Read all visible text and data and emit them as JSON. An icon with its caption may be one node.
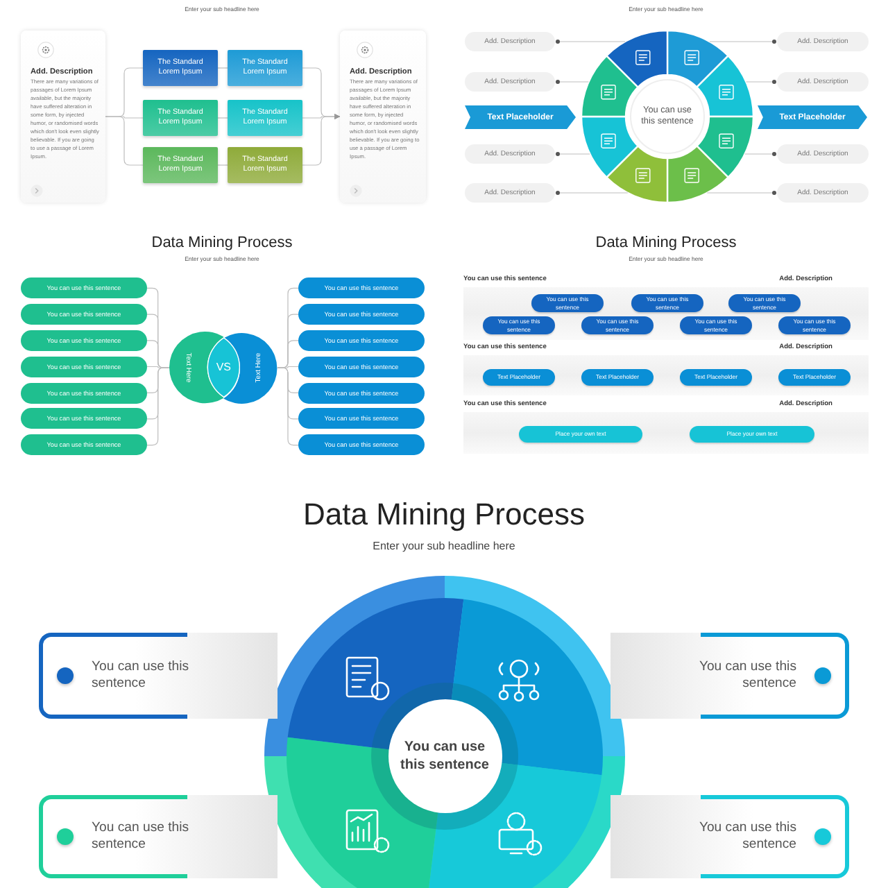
{
  "diagram": {
    "nodes": [
      {
        "text": [
          "Add. Description",
          "There are many variations of passages of Lorem Ipsum available, but the majority have suffered alteration in some form, by injected humor, or randomised words which don't look even slightly believable. If you are going to use a passage of Lorem Ipsum."
        ]
      },
      {
        "text": [
          "The Standard Lorem Ipsum"
        ]
      },
      {
        "text": [
          "The Standard Lorem Ipsum"
        ]
      },
      {
        "text": [
          "The Standard Lorem Ipsum"
        ]
      },
      {
        "text": [
          "The Standard Lorem Ipsum"
        ]
      },
      {
        "text": [
          "The Standard Lorem Ipsum"
        ]
      },
      {
        "text": [
          "The Standard Lorem Ipsum"
        ]
      },
      {
        "text": [
          "Add. Description",
          "There are many variations of passages of Lorem Ipsum available, but the majority have suffered alteration in some form, by injected humor, or randomised words which don't look even slightly believable. If you are going to use a passage of Lorem Ipsum."
        ]
      },
      {
        "text": [
          "Add. Description"
        ]
      },
      {
        "text": [
          "Add. Description"
        ]
      },
      {
        "text": [
          "Add. Description"
        ]
      },
      {
        "text": [
          "Add. Description"
        ]
      },
      {
        "text": [
          "Text Placeholder"
        ]
      },
      {
        "text": [
          "You can use this sentence"
        ]
      },
      {
        "text": [
          "Text Placeholder"
        ]
      },
      {
        "text": [
          "Add. Description"
        ]
      },
      {
        "text": [
          "Add. Description"
        ]
      },
      {
        "text": [
          "Add. Description"
        ]
      },
      {
        "text": [
          "Add. Description"
        ]
      },
      {
        "text": [
          "You can use this sentence"
        ]
      },
      {
        "text": [
          "You can use this sentence"
        ]
      },
      {
        "text": [
          "You can use this sentence"
        ]
      },
      {
        "text": [
          "You can use this sentence"
        ]
      },
      {
        "text": [
          "You can use this sentence"
        ]
      },
      {
        "text": [
          "You can use this sentence"
        ]
      },
      {
        "text": [
          "You can use this sentence"
        ]
      },
      {
        "text": [
          "Text Here"
        ]
      },
      {
        "text": [
          "VS"
        ]
      },
      {
        "text": [
          "Text Here"
        ]
      },
      {
        "text": [
          "You can use this sentence"
        ]
      },
      {
        "text": [
          "You can use this sentence"
        ]
      },
      {
        "text": [
          "You can use this sentence"
        ]
      },
      {
        "text": [
          "You can use this sentence"
        ]
      },
      {
        "text": [
          "You can use this sentence"
        ]
      },
      {
        "text": [
          "You can use this sentence"
        ]
      },
      {
        "text": [
          "You can use this sentence"
        ]
      },
      {
        "text": [
          "You can use this sentence",
          "Add. Description"
        ]
      },
      {
        "text": [
          "You can use this sentence"
        ],
        "in": 36
      },
      {
        "text": [
          "You can use this sentence"
        ],
        "in": 36
      },
      {
        "text": [
          "You can use this sentence"
        ],
        "in": 36
      },
      {
        "text": [
          "You can use this sentence"
        ],
        "in": 36
      },
      {
        "text": [
          "You can use this sentence"
        ],
        "in": 36
      },
      {
        "text": [
          "You can use this sentence"
        ],
        "in": 36
      },
      {
        "text": [
          "You can use this sentence"
        ],
        "in": 36
      },
      {
        "text": [
          "You can use this sentence",
          "Add. Description"
        ]
      },
      {
        "text": [
          "Text Placeholder"
        ],
        "in": 44
      },
      {
        "text": [
          "Text Placeholder"
        ],
        "in": 44
      },
      {
        "text": [
          "Text Placeholder"
        ],
        "in": 44
      },
      {
        "text": [
          "Text Placeholder"
        ],
        "in": 44
      },
      {
        "text": [
          "You can use this sentence",
          "Add. Description"
        ]
      },
      {
        "text": [
          "Place your own text"
        ],
        "in": 49
      },
      {
        "text": [
          "Place your own text"
        ],
        "in": 49
      },
      {
        "text": [
          "You can use this sentence"
        ]
      },
      {
        "text": [
          "You can use this sentence"
        ]
      },
      {
        "text": [
          "You can use this sentence"
        ]
      },
      {
        "text": [
          "You can use this sentence"
        ]
      },
      {
        "text": [
          "You can use this sentence"
        ]
      }
    ],
    "edges": [
      {
        "from": 0,
        "to": 1,
        "arrow": "none"
      },
      {
        "from": 0,
        "to": 3,
        "arrow": "none"
      },
      {
        "from": 0,
        "to": 5,
        "arrow": "none"
      },
      {
        "from": 1,
        "to": 2,
        "arrow": "none"
      },
      {
        "from": 3,
        "to": 4,
        "arrow": "none"
      },
      {
        "from": 5,
        "to": 6,
        "arrow": "none"
      },
      {
        "from": 2,
        "to": 7,
        "arrow": "to"
      },
      {
        "from": 4,
        "to": 7,
        "arrow": "to"
      },
      {
        "from": 6,
        "to": 7,
        "arrow": "to"
      },
      {
        "from": 8,
        "to": null,
        "arrow": "other"
      },
      {
        "from": 9,
        "to": null,
        "arrow": "other"
      },
      {
        "from": 10,
        "to": null,
        "arrow": "other"
      },
      {
        "from": 11,
        "to": null,
        "arrow": "other"
      },
      {
        "from": 15,
        "to": null,
        "arrow": "other"
      },
      {
        "from": 16,
        "to": null,
        "arrow": "other"
      },
      {
        "from": 17,
        "to": null,
        "arrow": "other"
      },
      {
        "from": 18,
        "to": null,
        "arrow": "other"
      },
      {
        "from": 19,
        "to": 26,
        "arrow": "none"
      },
      {
        "from": 20,
        "to": 26,
        "arrow": "none"
      },
      {
        "from": 21,
        "to": 26,
        "arrow": "none"
      },
      {
        "from": 22,
        "to": 26,
        "arrow": "none"
      },
      {
        "from": 23,
        "to": 26,
        "arrow": "none"
      },
      {
        "from": 24,
        "to": 26,
        "arrow": "none"
      },
      {
        "from": 25,
        "to": 26,
        "arrow": "none"
      },
      {
        "from": 29,
        "to": 28,
        "arrow": "none"
      },
      {
        "from": 30,
        "to": 28,
        "arrow": "none"
      },
      {
        "from": 31,
        "to": 28,
        "arrow": "none"
      },
      {
        "from": 32,
        "to": 28,
        "arrow": "none"
      },
      {
        "from": 33,
        "to": 28,
        "arrow": "none"
      },
      {
        "from": 34,
        "to": 28,
        "arrow": "none"
      },
      {
        "from": 35,
        "to": 28,
        "arrow": "none"
      }
    ],
    "labels": [
      "Enter your sub headline here",
      "Enter your sub headline here",
      "Data Mining Process",
      "Enter your sub headline here",
      "Data Mining Process",
      "Enter your sub headline here",
      "Data Mining Process",
      "Enter your sub headline here"
    ]
  }
}
